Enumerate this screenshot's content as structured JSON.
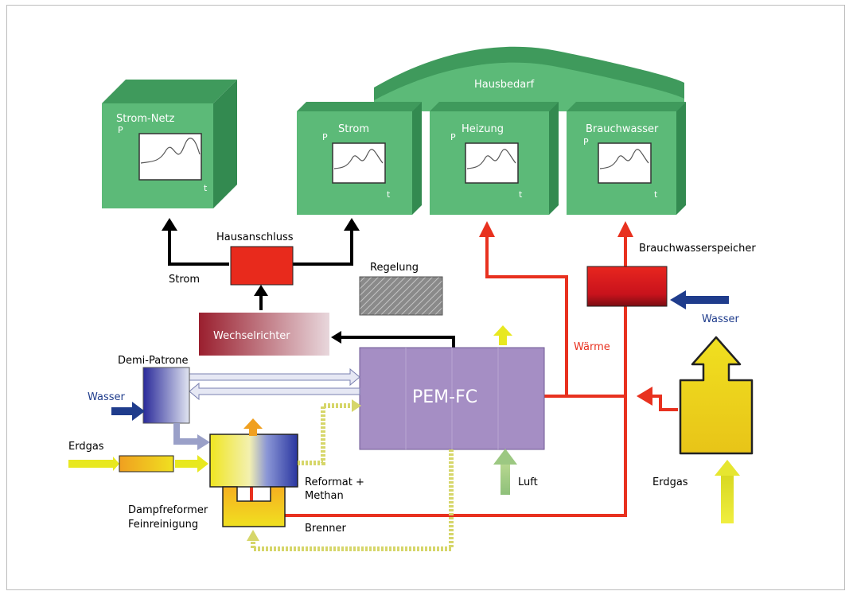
{
  "labels": {
    "strom_netz": "Strom-Netz",
    "hausbedarf": "Hausbedarf",
    "strom_box": "Strom",
    "heizung": "Heizung",
    "brauchwasser": "Brauchwasser",
    "p_axis": "P",
    "t_axis": "t",
    "hausanschluss": "Hausanschluss",
    "strom_arrow": "Strom",
    "regelung": "Regelung",
    "brauchwasserspeicher": "Brauchwasserspeicher",
    "wasser_right": "Wasser",
    "waerme": "Wärme",
    "wechselrichter": "Wechselrichter",
    "demi_patrone": "Demi-Patrone",
    "wasser_left": "Wasser",
    "pem_fc": "PEM-FC",
    "erdgas_left": "Erdgas",
    "reformat_1": "Reformat +",
    "reformat_2": "Methan",
    "luft": "Luft",
    "erdgas_right": "Erdgas",
    "dampf_1": "Dampfreformer",
    "dampf_2": "Feinreinigung",
    "brenner": "Brenner"
  },
  "colors": {
    "box_green": "#5cba78",
    "box_green_dark": "#3f9a5c",
    "box_green_side": "#338a50",
    "heat_red": "#e8311f",
    "control_black": "#000000",
    "fuel_yellow": "#e8e820",
    "fuel_cell_purple": "#a58ec4",
    "water_blue": "#1f3c8c"
  }
}
